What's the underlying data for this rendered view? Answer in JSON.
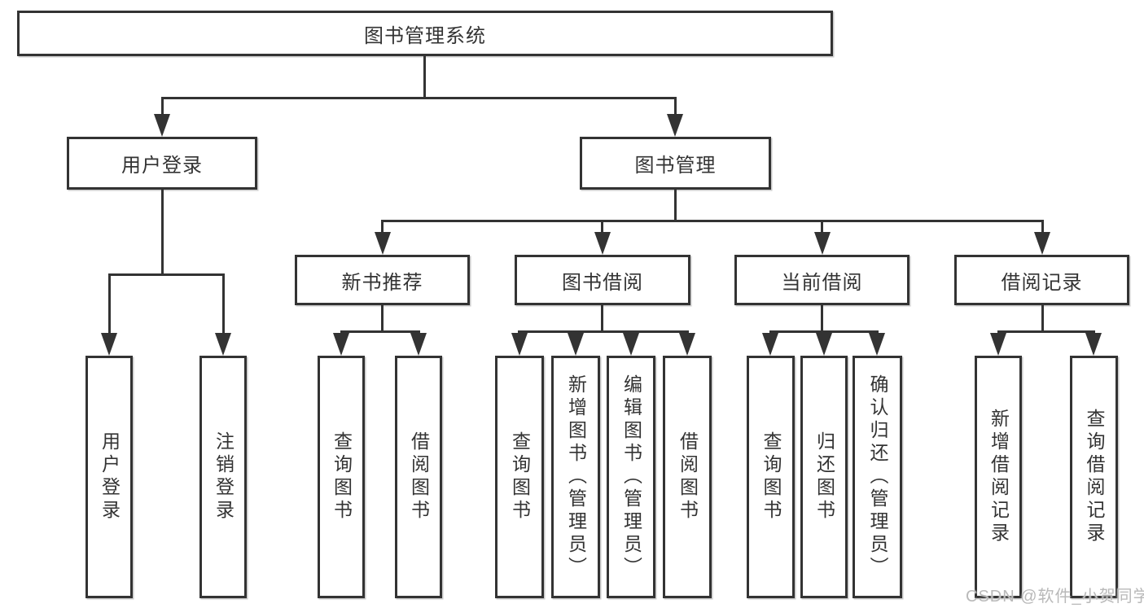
{
  "diagram": {
    "title": "图书管理系统",
    "branches": [
      {
        "label": "用户登录",
        "children": [
          {
            "label": "用户登录"
          },
          {
            "label": "注销登录"
          }
        ]
      },
      {
        "label": "图书管理",
        "children": [
          {
            "label": "新书推荐",
            "children": [
              {
                "label": "查询图书"
              },
              {
                "label": "借阅图书"
              }
            ]
          },
          {
            "label": "图书借阅",
            "children": [
              {
                "label": "查询图书"
              },
              {
                "label": "新增图书（管理员）"
              },
              {
                "label": "编辑图书（管理员）"
              },
              {
                "label": "借阅图书"
              }
            ]
          },
          {
            "label": "当前借阅",
            "children": [
              {
                "label": "查询图书"
              },
              {
                "label": "归还图书"
              },
              {
                "label": "确认归还（管理员）"
              }
            ]
          },
          {
            "label": "借阅记录",
            "children": [
              {
                "label": "新增借阅记录"
              },
              {
                "label": "查询借阅记录"
              }
            ]
          }
        ]
      }
    ]
  },
  "watermark": {
    "text": "CSDN @软件_小贺同学"
  },
  "colors": {
    "line": "#333333",
    "text": "#333333",
    "box_background": "#ffffff",
    "watermark": "#b9b9b9",
    "background": "#ffffff"
  }
}
